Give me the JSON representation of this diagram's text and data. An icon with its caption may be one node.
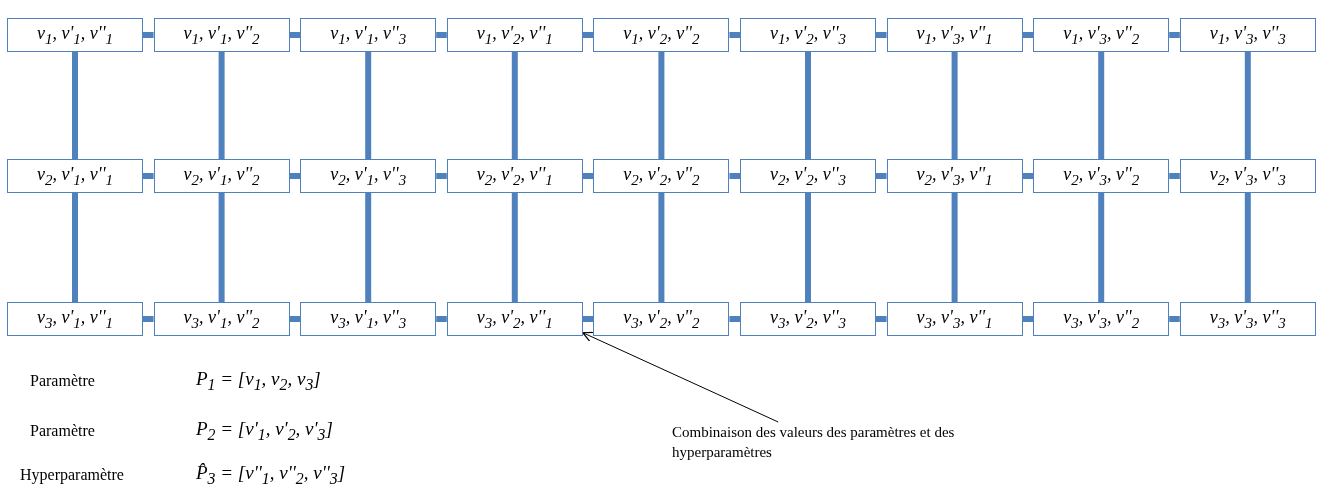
{
  "diagram": {
    "nodes": [
      {
        "text": [
          "v$_{1}$, v'$_{1}$, v''$_{1}$"
        ]
      },
      {
        "text": [
          "v$_{1}$, v'$_{1}$, v''$_{2}$"
        ]
      },
      {
        "text": [
          "v$_{1}$, v'$_{1}$, v''$_{3}$"
        ]
      },
      {
        "text": [
          "v$_{1}$, v'$_{2}$, v''$_{1}$"
        ]
      },
      {
        "text": [
          "v$_{1}$, v'$_{2}$, v''$_{2}$"
        ]
      },
      {
        "text": [
          "v$_{1}$, v'$_{2}$, v''$_{3}$"
        ]
      },
      {
        "text": [
          "v$_{1}$, v'$_{3}$, v''$_{1}$"
        ]
      },
      {
        "text": [
          "v$_{1}$, v'$_{3}$, v''$_{2}$"
        ]
      },
      {
        "text": [
          "v$_{1}$, v'$_{3}$, v''$_{3}$"
        ]
      },
      {
        "text": [
          "v$_{2}$, v'$_{1}$, v''$_{1}$"
        ]
      },
      {
        "text": [
          "v$_{2}$, v'$_{1}$, v''$_{2}$"
        ]
      },
      {
        "text": [
          "v$_{2}$, v'$_{1}$, v''$_{3}$"
        ]
      },
      {
        "text": [
          "v$_{2}$, v'$_{2}$, v''$_{1}$"
        ]
      },
      {
        "text": [
          "v$_{2}$, v'$_{2}$, v''$_{2}$"
        ]
      },
      {
        "text": [
          "v$_{2}$, v'$_{2}$, v''$_{3}$"
        ]
      },
      {
        "text": [
          "v$_{2}$, v'$_{3}$, v''$_{1}$"
        ]
      },
      {
        "text": [
          "v$_{2}$, v'$_{3}$, v''$_{2}$"
        ]
      },
      {
        "text": [
          "v$_{2}$, v'$_{3}$, v''$_{3}$"
        ]
      },
      {
        "text": [
          "v$_{3}$, v'$_{1}$, v''$_{1}$"
        ]
      },
      {
        "text": [
          "v$_{3}$, v'$_{1}$, v''$_{2}$"
        ]
      },
      {
        "text": [
          "v$_{3}$, v'$_{1}$, v''$_{3}$"
        ]
      },
      {
        "text": [
          "v$_{3}$, v'$_{2}$, v''$_{1}$"
        ]
      },
      {
        "text": [
          "v$_{3}$, v'$_{2}$, v''$_{2}$"
        ]
      },
      {
        "text": [
          "v$_{3}$, v'$_{2}$, v''$_{3}$"
        ]
      },
      {
        "text": [
          "v$_{3}$, v'$_{3}$, v''$_{1}$"
        ]
      },
      {
        "text": [
          "v$_{3}$, v'$_{3}$, v''$_{2}$"
        ]
      },
      {
        "text": [
          "v$_{3}$, v'$_{3}$, v''$_{3}$"
        ]
      },
      {
        "text": [
          "Combinaison des valeurs des paramètres et des hyperparamètres"
        ]
      }
    ],
    "edges": [
      {
        "from": 0,
        "to": 1,
        "arrow": "none"
      },
      {
        "from": 1,
        "to": 2,
        "arrow": "none"
      },
      {
        "from": 2,
        "to": 3,
        "arrow": "none"
      },
      {
        "from": 3,
        "to": 4,
        "arrow": "none"
      },
      {
        "from": 4,
        "to": 5,
        "arrow": "none"
      },
      {
        "from": 5,
        "to": 6,
        "arrow": "none"
      },
      {
        "from": 6,
        "to": 7,
        "arrow": "none"
      },
      {
        "from": 7,
        "to": 8,
        "arrow": "none"
      },
      {
        "from": 0,
        "to": 9,
        "arrow": "none"
      },
      {
        "from": 1,
        "to": 10,
        "arrow": "none"
      },
      {
        "from": 2,
        "to": 11,
        "arrow": "none"
      },
      {
        "from": 3,
        "to": 12,
        "arrow": "none"
      },
      {
        "from": 4,
        "to": 13,
        "arrow": "none"
      },
      {
        "from": 5,
        "to": 14,
        "arrow": "none"
      },
      {
        "from": 6,
        "to": 15,
        "arrow": "none"
      },
      {
        "from": 7,
        "to": 16,
        "arrow": "none"
      },
      {
        "from": 8,
        "to": 17,
        "arrow": "none"
      },
      {
        "from": 9,
        "to": 10,
        "arrow": "none"
      },
      {
        "from": 10,
        "to": 11,
        "arrow": "none"
      },
      {
        "from": 11,
        "to": 12,
        "arrow": "none"
      },
      {
        "from": 12,
        "to": 13,
        "arrow": "none"
      },
      {
        "from": 13,
        "to": 14,
        "arrow": "none"
      },
      {
        "from": 14,
        "to": 15,
        "arrow": "none"
      },
      {
        "from": 15,
        "to": 16,
        "arrow": "none"
      },
      {
        "from": 16,
        "to": 17,
        "arrow": "none"
      },
      {
        "from": 9,
        "to": 18,
        "arrow": "none"
      },
      {
        "from": 10,
        "to": 19,
        "arrow": "none"
      },
      {
        "from": 11,
        "to": 20,
        "arrow": "none"
      },
      {
        "from": 12,
        "to": 21,
        "arrow": "none"
      },
      {
        "from": 13,
        "to": 22,
        "arrow": "none"
      },
      {
        "from": 14,
        "to": 23,
        "arrow": "none"
      },
      {
        "from": 15,
        "to": 24,
        "arrow": "none"
      },
      {
        "from": 16,
        "to": 25,
        "arrow": "none"
      },
      {
        "from": 17,
        "to": 26,
        "arrow": "none"
      },
      {
        "from": 18,
        "to": 19,
        "arrow": "none"
      },
      {
        "from": 19,
        "to": 20,
        "arrow": "none"
      },
      {
        "from": 20,
        "to": 21,
        "arrow": "none"
      },
      {
        "from": 21,
        "to": 22,
        "arrow": "none"
      },
      {
        "from": 22,
        "to": 23,
        "arrow": "none"
      },
      {
        "from": 23,
        "to": 24,
        "arrow": "none"
      },
      {
        "from": 24,
        "to": 25,
        "arrow": "none"
      },
      {
        "from": 25,
        "to": 26,
        "arrow": "none"
      },
      {
        "from": 27,
        "to": 21,
        "arrow": "to",
        "color": "#000000"
      }
    ],
    "labels": [
      "Paramètre",
      "P$_{1}$ = [v$_{1}$, v$_{2}$, v$_{3}$]",
      "Paramètre",
      "P$_{2}$ = [v'$_{1}$, v'$_{2}$, v'$_{3}$]",
      "Hyperparamètre",
      "P̂$_{3}$ = [v''$_{1}$, v''$_{2}$, v''$_{3}$]"
    ]
  }
}
